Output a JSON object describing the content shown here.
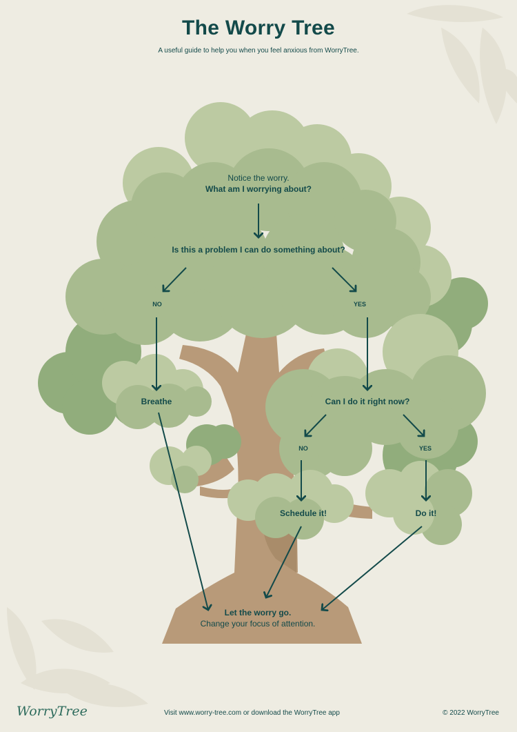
{
  "header": {
    "title": "The Worry Tree",
    "subtitle": "A useful guide to help you when you feel anxious from WorryTree."
  },
  "flow": {
    "notice": "Notice the worry.",
    "question_what": "What am I worrying about?",
    "question_problem": "Is this a problem I can do something about?",
    "no_1": "NO",
    "yes_1": "YES",
    "breathe": "Breathe",
    "question_now": "Can I do it right now?",
    "no_2": "NO",
    "yes_2": "YES",
    "schedule": "Schedule it!",
    "do_it": "Do it!",
    "let_go": "Let the worry go.",
    "change_focus": "Change your focus of attention."
  },
  "footer": {
    "logo": "WorryTree",
    "visit": "Visit www.worry-tree.com or download the WorryTree app",
    "copyright": "© 2022 WorryTree"
  },
  "colors": {
    "background": "#eeece2",
    "text": "#134a4a",
    "foliage_light": "#bccaa2",
    "foliage_mid": "#a8bb8f",
    "foliage_dark": "#91ad7c",
    "trunk": "#b89a79",
    "trunk_shadow": "#a98c6a"
  }
}
